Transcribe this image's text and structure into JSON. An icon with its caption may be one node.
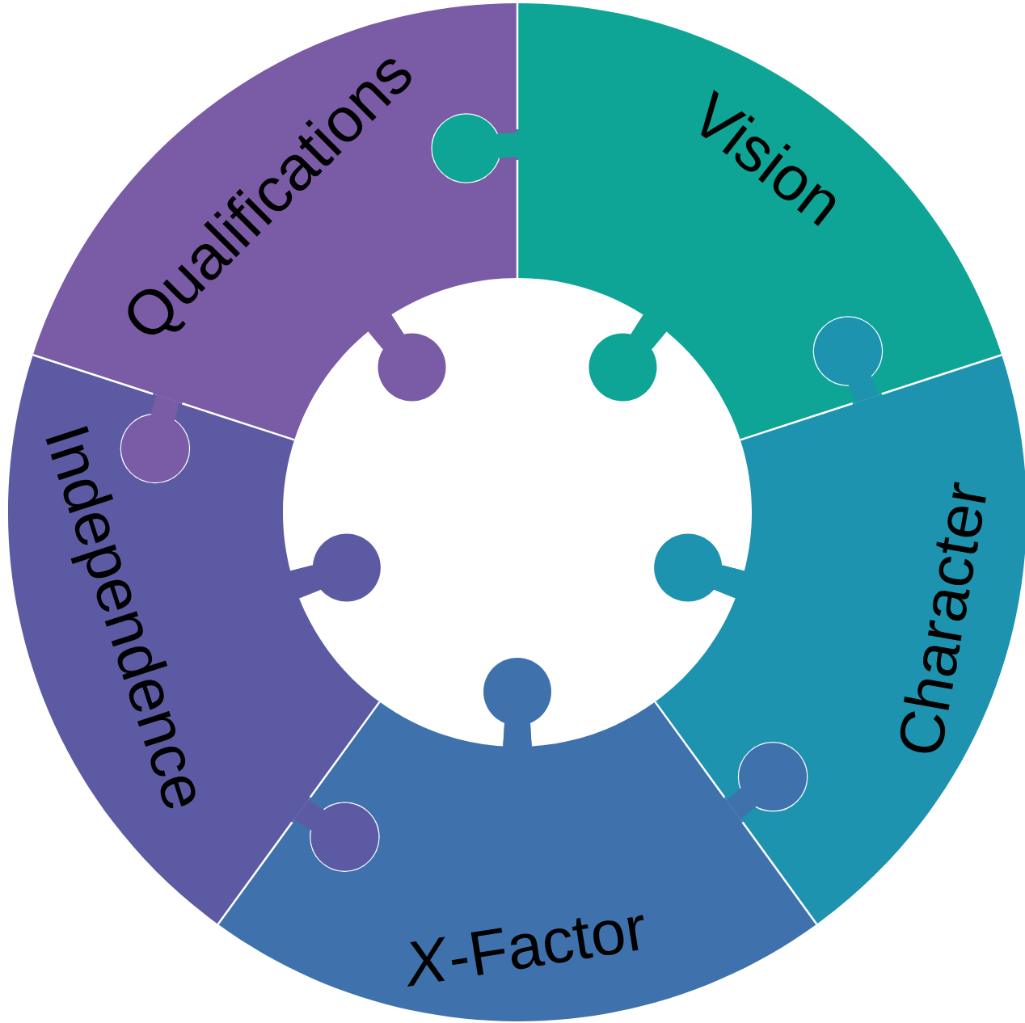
{
  "diagram": {
    "nodes": [
      {
        "text": [
          "Qualifications"
        ]
      },
      {
        "text": [
          "Vision"
        ]
      },
      {
        "text": [
          "Character"
        ]
      },
      {
        "text": [
          "*X*-Factor"
        ]
      },
      {
        "text": [
          "Independence"
        ]
      }
    ]
  }
}
